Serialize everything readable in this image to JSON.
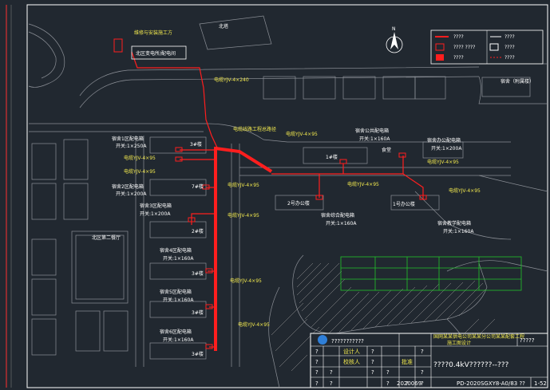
{
  "colors": {
    "background": "#212830",
    "frame": "#ffffff",
    "map_lines": "#8b8f96",
    "cable": "#ff1e1e",
    "text_white": "#ffffff",
    "text_yellow": "#f2e94e",
    "green_grid": "#22c42a",
    "hatch": "#9a9a9a"
  },
  "north_arrow": {
    "label": "N"
  },
  "legend": {
    "row1_left": "????",
    "row1_right": "????",
    "row2_left": "????\n????",
    "row2_right": "????",
    "row3_left": "????",
    "row3_right": "????"
  },
  "top_labels": {
    "substation_title": "维修与安装施工方",
    "substation_name": "北区变电所/配电间",
    "north_building": "北塔",
    "right_building": "宿舍（附属楼）",
    "school": "北区第二餐厅"
  },
  "cable_labels": {
    "main_trunk": "电缆YJV-4×240",
    "branch_right": "电缆YJV-4×95",
    "branch_a1": "电缆YJV-4×95",
    "branch_a2": "电缆YJV-4×95",
    "branch_a3": "电缆YJV-4×95",
    "branch_b1": "电缆YJV-4×95",
    "branch_b2": "电缆YJV-4×95",
    "branch_b3": "电缆YJV-4×95",
    "branch_b4": "电缆YJV-4×95",
    "branch_right2": "电缆YJV-4×95",
    "branch_right3": "电缆YJV-4×95",
    "main_route": "电缆线路工程总路径"
  },
  "panels": [
    {
      "id": "p1",
      "title": "宿舍1区配电箱",
      "switch": "开关:1×250A",
      "building": "3#楼"
    },
    {
      "id": "p2",
      "title": "宿舍2区配电箱",
      "switch": "开关:1×200A",
      "building": "7#楼"
    },
    {
      "id": "p3",
      "title": "宿舍3区配电箱",
      "switch": "开关:1×200A",
      "building": "2#楼"
    },
    {
      "id": "p4",
      "title": "宿舍4区配电箱",
      "switch": "开关:1×160A",
      "building": "3#楼"
    },
    {
      "id": "p5",
      "title": "宿舍5区配电箱",
      "switch": "开关:1×160A",
      "building": "3#楼"
    },
    {
      "id": "p6",
      "title": "宿舍6区配电箱",
      "switch": "开关:1×160A",
      "building": "3#楼"
    },
    {
      "id": "p7",
      "title": "宿舍公共配电箱",
      "switch": "开关:1×160A",
      "building": "1#楼"
    },
    {
      "id": "p8",
      "title": "宿舍办公配电箱",
      "switch": "开关:1×200A",
      "building": "食堂"
    },
    {
      "id": "p9",
      "title": "宿舍综合配电箱",
      "switch": "开关:1×160A",
      "building": "2号办公楼"
    },
    {
      "id": "p10",
      "title": "宿舍教学配电箱",
      "switch": "开关:1×160A",
      "building": "1号办公楼"
    }
  ],
  "titleblock": {
    "company": "???????????",
    "project_line1": "国网某某供电公司某某分公司某某配套工程",
    "project_line2": "施工图设计",
    "stage": "?????",
    "drawing_title": "????0.4kV??????--???",
    "sign1": "设计人",
    "sign2": "校核人",
    "sign3": "批准",
    "date": "2020069",
    "drawing_no": "PD-2020SGXY8-A0/83 ??",
    "sheet": "1-52",
    "q": "?"
  }
}
